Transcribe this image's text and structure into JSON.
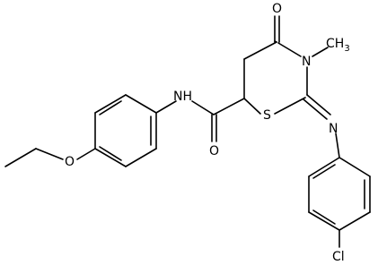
{
  "structure": {
    "atoms": {
      "O_carbonyl_ring": "O",
      "N_ring": "N",
      "methyl": "CH",
      "methyl_sub": "3",
      "NH_amide": "NH",
      "S_ring": "S",
      "O_amide": "O",
      "N_imine": "N",
      "O_ether": "O",
      "Cl": "Cl"
    }
  }
}
